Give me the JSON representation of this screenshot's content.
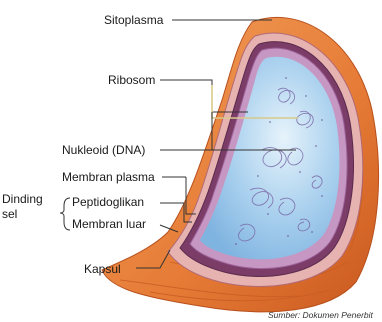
{
  "labels": {
    "sitoplasma": "Sitoplasma",
    "ribosom": "Ribosom",
    "nukleoid": "Nukleoid (DNA)",
    "membran_plasma": "Membran plasma",
    "dinding_line1": "Dinding",
    "dinding_line2": "sel",
    "peptidoglikan": "Peptidoglikan",
    "membran_luar": "Membran luar",
    "kapsul": "Kapsul"
  },
  "source": "Sumber: Dokumen Penerbit",
  "colors": {
    "capsule": "#e8843f",
    "capsule_dark": "#c9581f",
    "outer_membrane": "#d9a0a8",
    "peptidoglycan": "#7a3f66",
    "plasma_membrane": "#b77fb0",
    "cytoplasm": "#9fc9ea",
    "cytoplasm_light": "#d8ecf8"
  }
}
